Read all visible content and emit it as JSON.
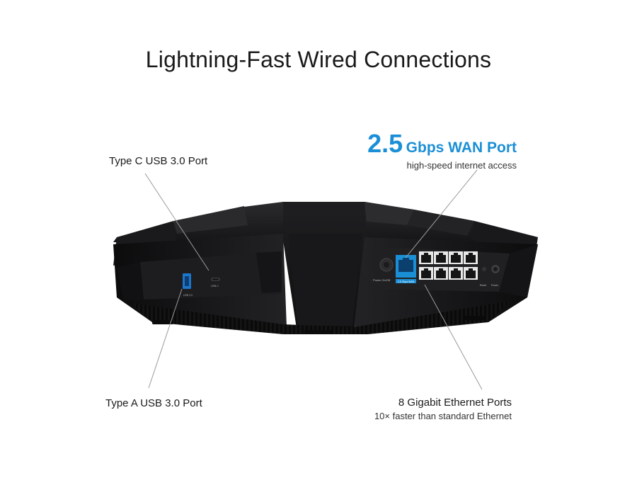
{
  "headline": "Lightning-Fast Wired Connections",
  "callouts": {
    "typec": {
      "title": "Type C USB 3.0 Port"
    },
    "typea": {
      "title": "Type A USB 3.0 Port"
    },
    "wan": {
      "value": "2.5",
      "unit": "Gbps WAN Port",
      "subtitle": "high-speed internet access"
    },
    "ethernet": {
      "title": "8 Gigabit Ethernet Ports",
      "subtitle": "10× faster than standard Ethernet"
    }
  },
  "product_labels": {
    "usb_a": "USB 3.0",
    "usb_c": "USB-C",
    "power": "Power On/Off",
    "wan": "2.5 Gbps WAN",
    "reset": "Reset",
    "power_in": "Power"
  },
  "colors": {
    "accent_blue": "#1b8fd6",
    "router_body": "#1c1c1e",
    "callout_line": "#9a9a9a"
  }
}
